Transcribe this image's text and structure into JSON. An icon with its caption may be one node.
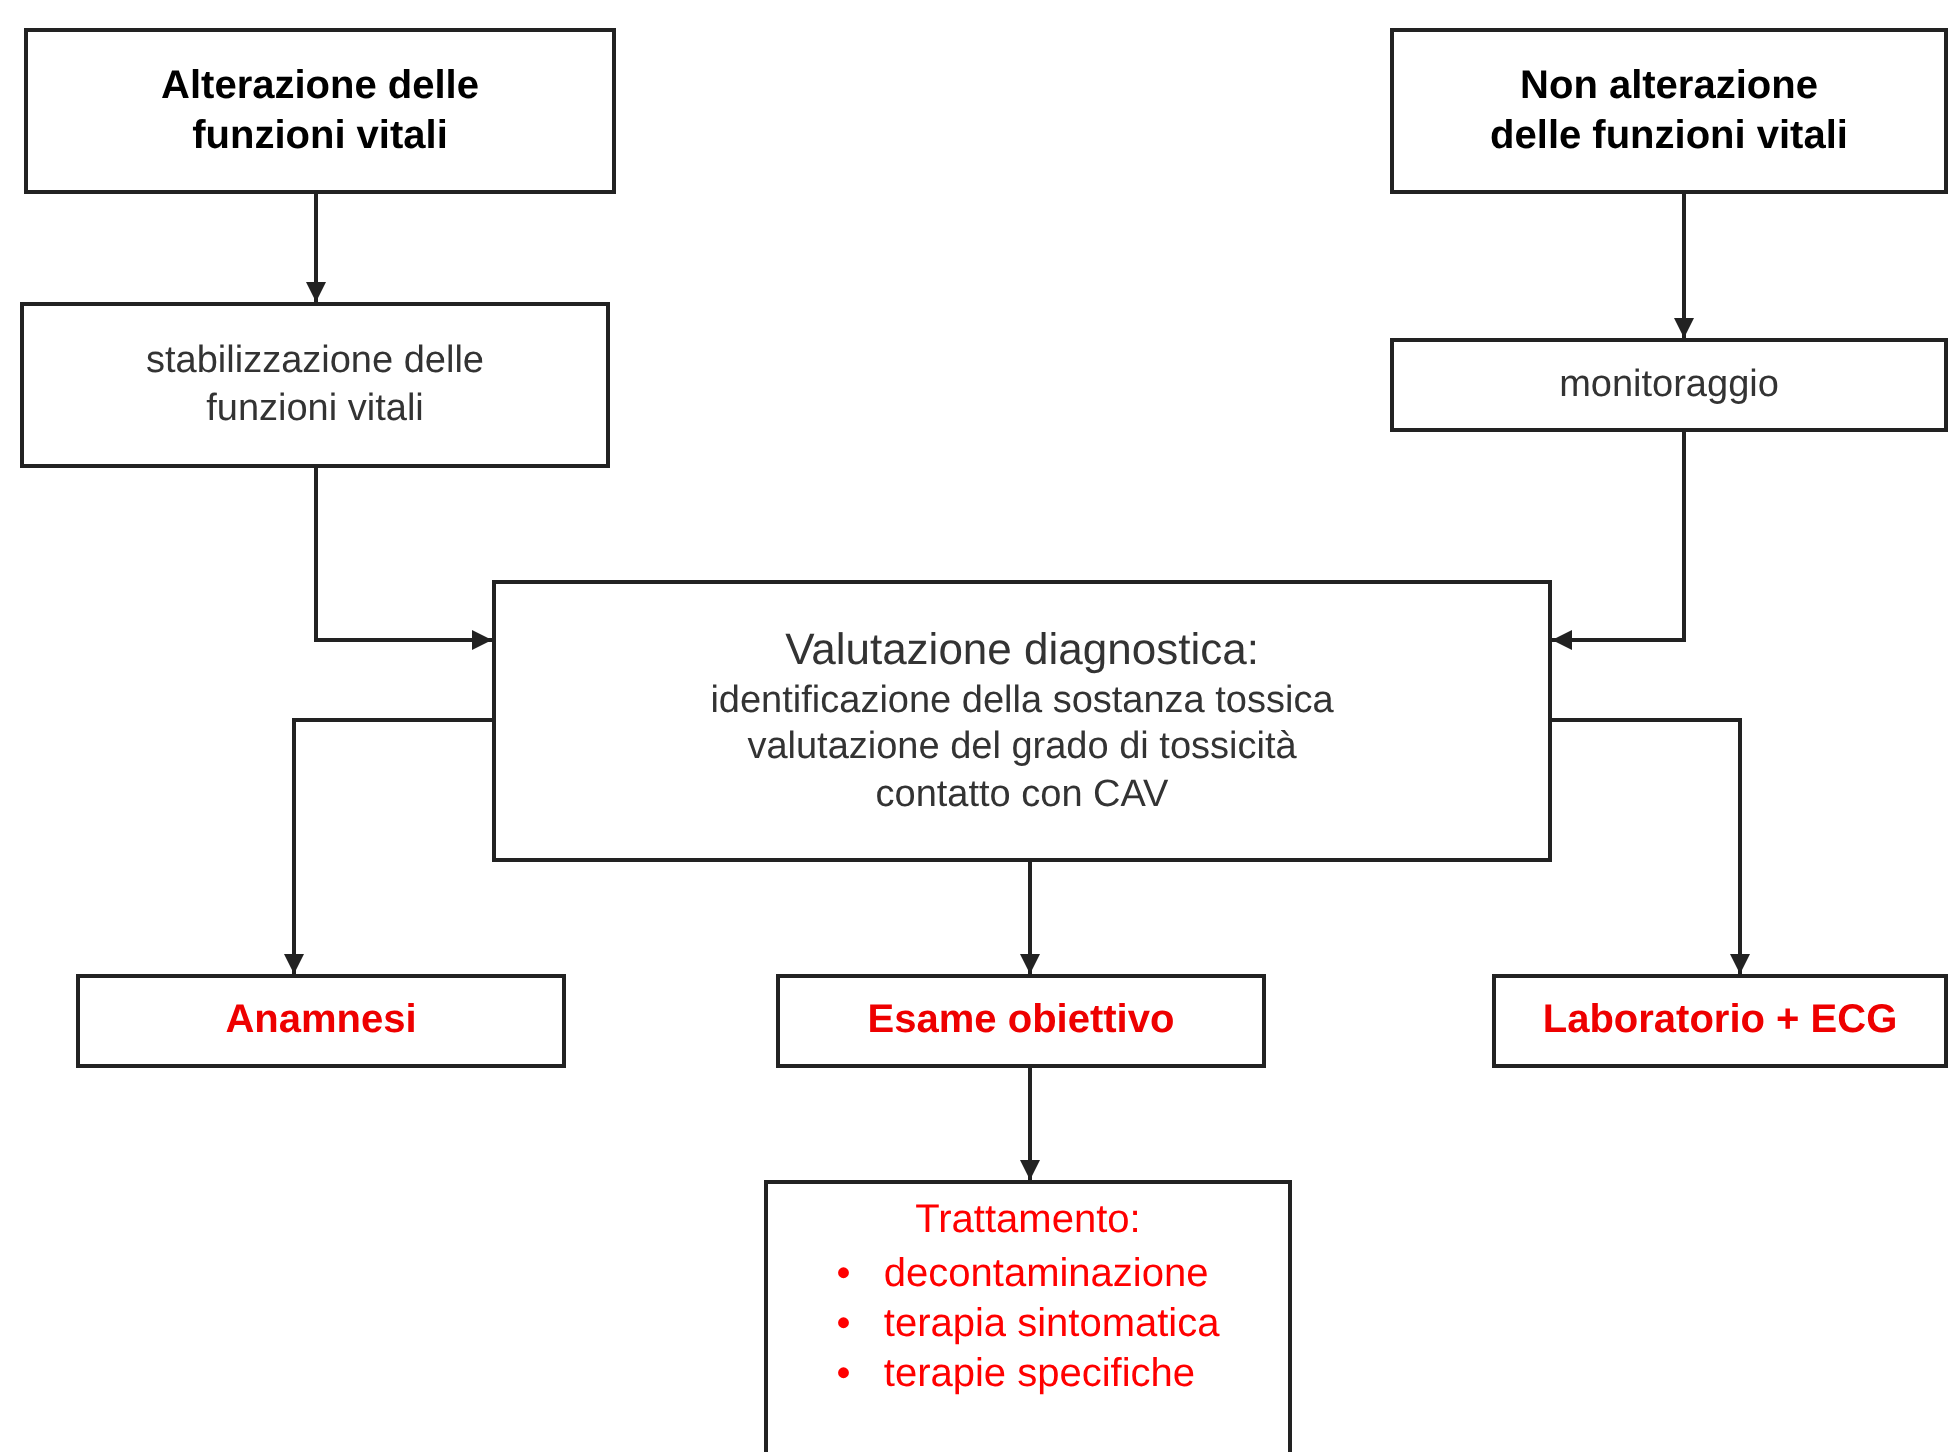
{
  "diagram": {
    "nodes": [
      {
        "text": [
          "Alterazione delle funzioni vitali"
        ]
      },
      {
        "text": [
          "Non alterazione delle funzioni vitali"
        ]
      },
      {
        "text": [
          "stabilizzazione delle funzioni vitali"
        ]
      },
      {
        "text": [
          "monitoraggio"
        ]
      },
      {
        "text": [
          "Valutazione diagnostica:",
          "identificazione della sostanza tossica",
          "valutazione del grado di tossicità",
          "contatto con CAV"
        ]
      },
      {
        "text": [
          "Anamnesi"
        ]
      },
      {
        "text": [
          "Esame obiettivo"
        ]
      },
      {
        "text": [
          "Laboratorio + ECG"
        ]
      },
      {
        "text": [
          "Trattamento:",
          "•   decontaminazione",
          "•   terapia sintomatica",
          "•   terapie specifiche"
        ]
      }
    ],
    "edges": [
      {
        "from": 0,
        "to": 2,
        "arrow": "to"
      },
      {
        "from": 1,
        "to": 3,
        "arrow": "to"
      },
      {
        "from": 2,
        "to": 4,
        "arrow": "to"
      },
      {
        "from": 3,
        "to": 4,
        "arrow": "to"
      },
      {
        "from": 4,
        "to": 5,
        "arrow": "to"
      },
      {
        "from": 4,
        "to": 6,
        "arrow": "to"
      },
      {
        "from": 4,
        "to": 7,
        "arrow": "to"
      },
      {
        "from": 6,
        "to": 8,
        "arrow": "to"
      }
    ]
  }
}
